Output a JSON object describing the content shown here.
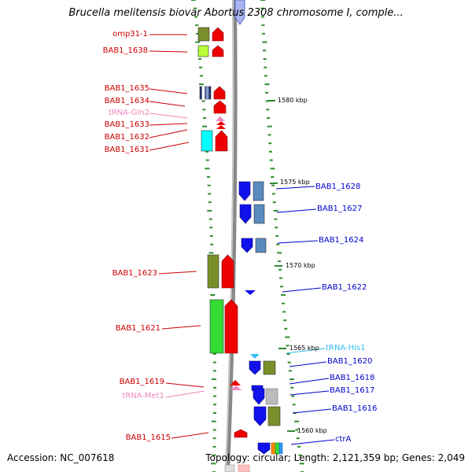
{
  "title": "Brucella melitensis biovar Abortus 2308 chromosome I, comple...",
  "footer": {
    "accession": "Accession: NC_007618",
    "summary": "Topology: circular; Length: 2,121,359 bp; Genes: 2,049"
  },
  "colors": {
    "backbone": "#888888",
    "tick": "#2e8b2e",
    "left_label": "#cc0000",
    "right_label": "#0000cc",
    "trna_left": "#ee88bb",
    "trna_right": "#33bbee"
  },
  "kbp_marks": [
    "1580 kbp",
    "1575 kbp",
    "1570 kbp",
    "1565 kbp",
    "1560 kbp"
  ],
  "left_genes": [
    "omp31-1",
    "BAB1_1638",
    "BAB1_1635",
    "BAB1_1634",
    "tRNA-Gln2",
    "BAB1_1633",
    "BAB1_1632",
    "BAB1_1631",
    "BAB1_1623",
    "BAB1_1621",
    "BAB1_1619",
    "tRNA-Met1",
    "BAB1_1615"
  ],
  "right_genes": [
    "BAB1_1628",
    "BAB1_1627",
    "BAB1_1624",
    "BAB1_1622",
    "tRNA-His1",
    "BAB1_1620",
    "BAB1_1618",
    "BAB1_1617",
    "BAB1_1616",
    "ctrA"
  ]
}
